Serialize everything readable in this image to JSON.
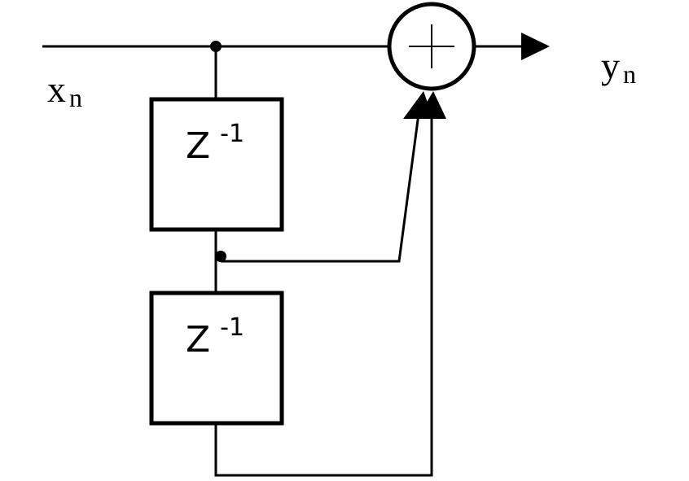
{
  "input_signal": {
    "symbol": "x",
    "subscript": "n"
  },
  "output_signal": {
    "symbol": "y",
    "subscript": "n"
  },
  "delay_blocks": [
    {
      "operator": "Z",
      "exponent": "-1"
    },
    {
      "operator": "Z",
      "exponent": "-1"
    }
  ],
  "summing_junction": {
    "symbol": "plus-icon"
  },
  "colors": {
    "stroke": "#000000",
    "background": "#ffffff"
  }
}
